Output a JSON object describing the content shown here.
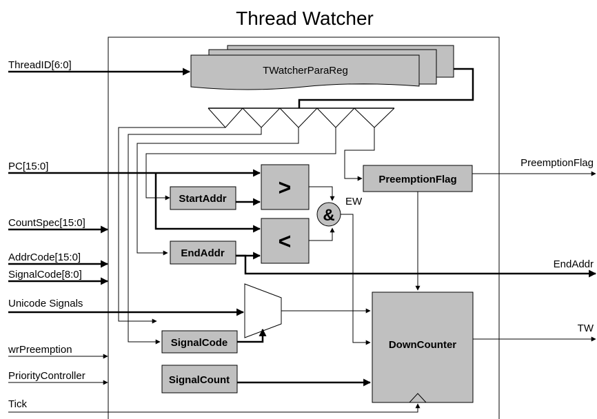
{
  "title": "Thread Watcher",
  "colors": {
    "block_fill": "#c0c0c0",
    "stroke": "#000000",
    "background": "#ffffff"
  },
  "inputs": {
    "thread_id": "ThreadID[6:0]",
    "pc": "PC[15:0]",
    "count_spec": "CountSpec[15:0]",
    "addr_code": "AddrCode[15:0]",
    "signal_code": "SignalCode[8:0]",
    "unicode_signals": "Unicode Signals",
    "wr_preemption": "wrPreemption",
    "priority_controller": "PriorityController",
    "tick": "Tick"
  },
  "outputs": {
    "preemption_flag": "PreemptionFlag",
    "end_addr": "EndAddr",
    "tw": "TW"
  },
  "blocks": {
    "para_reg": "TWatcherParaReg",
    "preemption_flag": "PreemptionFlag",
    "start_addr": "StartAddr",
    "end_addr": "EndAddr",
    "signal_code": "SignalCode",
    "signal_count": "SignalCount",
    "down_counter": "DownCounter",
    "greater_than": ">",
    "less_than": "<",
    "and_gate": "&",
    "ew_label": "EW"
  }
}
